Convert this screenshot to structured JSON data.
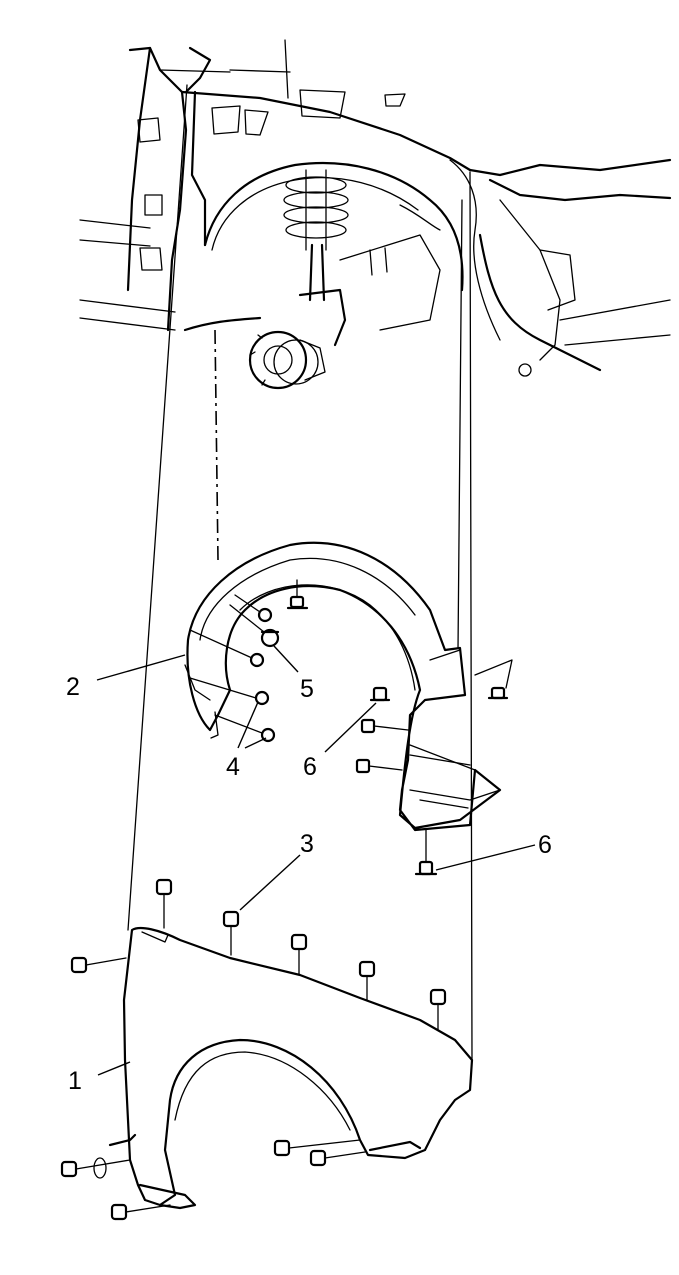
{
  "callouts": [
    {
      "id": "1",
      "text": "1"
    },
    {
      "id": "2",
      "text": "2"
    },
    {
      "id": "3",
      "text": "3"
    },
    {
      "id": "4",
      "text": "4"
    },
    {
      "id": "5",
      "text": "5"
    },
    {
      "id": "6a",
      "text": "6"
    },
    {
      "id": "6b",
      "text": "6"
    }
  ],
  "colors": {
    "line": "#000000",
    "background": "#ffffff"
  }
}
